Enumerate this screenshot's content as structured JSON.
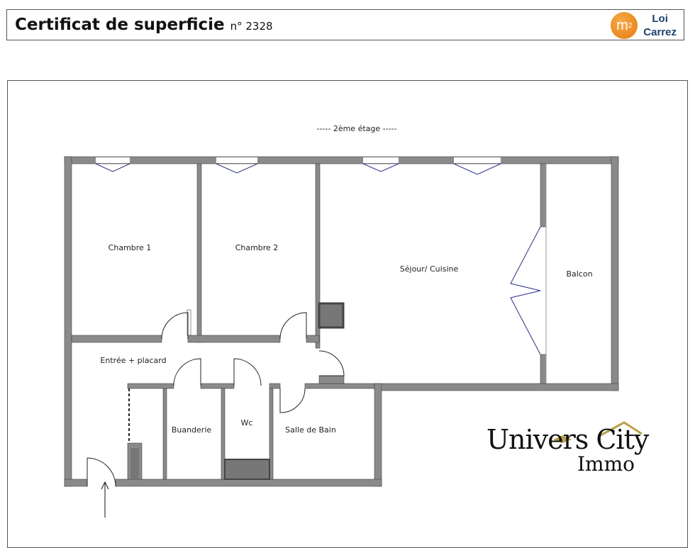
{
  "header": {
    "title": "Certificat de superficie",
    "number": "n° 2328",
    "badge_symbol": "m",
    "badge_sup": "2",
    "badge_line1": "Loi",
    "badge_line2": "Carrez"
  },
  "plan": {
    "floor_label": "----- 2ème étage -----",
    "rooms": {
      "chambre1": "Chambre 1",
      "chambre2": "Chambre 2",
      "sejour": "Séjour/ Cuisine",
      "balcon": "Balcon",
      "entree": "Entrée + placard",
      "buanderie": "Buanderie",
      "wc": "Wc",
      "sdb": "Salle de Bain"
    }
  },
  "logo": {
    "line1": "Univers City",
    "line2": "Immo",
    "accent": "#b8a04a"
  },
  "colors": {
    "wall": "#8a8a8a",
    "door": "#2a2f8a"
  }
}
